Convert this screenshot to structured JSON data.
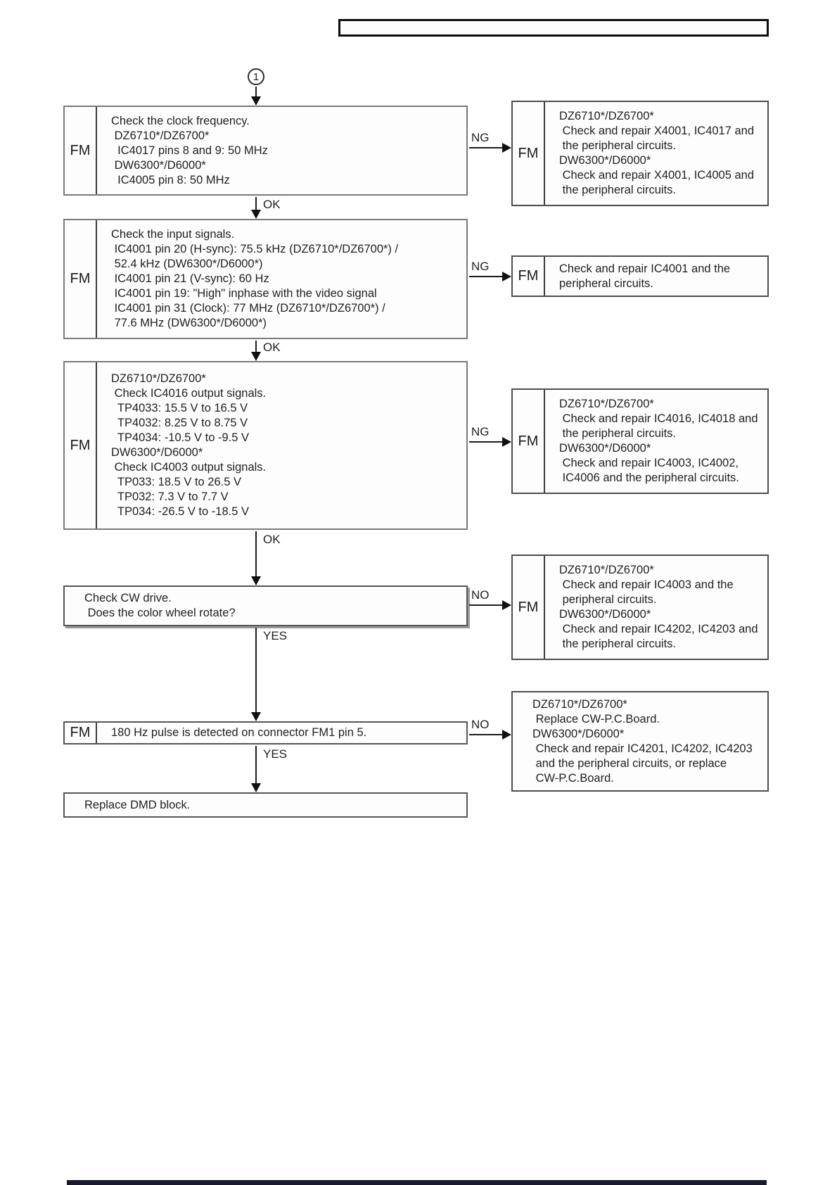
{
  "connector": {
    "label": "1"
  },
  "steps": [
    {
      "badge": "FM",
      "out_label": "OK",
      "lines": [
        "Check the clock frequency.",
        " DZ6710*/DZ6700*",
        "  IC4017 pins 8 and 9: 50 MHz",
        " DW6300*/D6000*",
        "  IC4005 pin 8: 50 MHz"
      ]
    },
    {
      "badge": "FM",
      "out_label": "OK",
      "lines": [
        "Check the input signals.",
        " IC4001 pin 20 (H-sync): 75.5 kHz (DZ6710*/DZ6700*) /",
        " 52.4 kHz (DW6300*/D6000*)",
        " IC4001 pin 21 (V-sync): 60 Hz",
        " IC4001 pin 19: \"High\" inphase with the video signal",
        " IC4001 pin 31 (Clock): 77 MHz (DZ6710*/DZ6700*) /",
        " 77.6 MHz (DW6300*/D6000*)"
      ]
    },
    {
      "badge": "FM",
      "out_label": "OK",
      "lines": [
        "DZ6710*/DZ6700*",
        " Check IC4016 output signals.",
        "  TP4033: 15.5 V to 16.5 V",
        "  TP4032: 8.25 V to 8.75 V",
        "  TP4034: -10.5 V to -9.5 V",
        "DW6300*/D6000*",
        " Check IC4003 output signals.",
        "  TP033: 18.5 V to 26.5 V",
        "  TP032: 7.3 V to 7.7 V",
        "  TP034: -26.5 V to -18.5 V"
      ]
    },
    {
      "out_label": "YES",
      "lines": [
        "Check CW drive.",
        " Does the color wheel rotate?"
      ]
    },
    {
      "badge": "FM",
      "out_label": "YES",
      "lines": [
        "180 Hz pulse is detected on connector FM1 pin 5."
      ]
    },
    {
      "lines": [
        "Replace DMD block."
      ]
    }
  ],
  "branches": [
    {
      "badge": "FM",
      "edge_label": "NG",
      "lines": [
        "DZ6710*/DZ6700*",
        " Check and repair X4001, IC4017 and",
        " the peripheral circuits.",
        "DW6300*/D6000*",
        " Check and repair X4001, IC4005 and",
        " the peripheral circuits."
      ]
    },
    {
      "badge": "FM",
      "edge_label": "NG",
      "lines": [
        "Check and repair IC4001 and the",
        "peripheral circuits."
      ]
    },
    {
      "badge": "FM",
      "edge_label": "NG",
      "lines": [
        "DZ6710*/DZ6700*",
        " Check and repair IC4016, IC4018 and",
        " the peripheral circuits.",
        "DW6300*/D6000*",
        " Check and repair IC4003, IC4002,",
        " IC4006 and the peripheral circuits."
      ]
    },
    {
      "badge": "FM",
      "edge_label": "NO",
      "lines": [
        "DZ6710*/DZ6700*",
        " Check and repair IC4003 and the",
        " peripheral circuits.",
        "DW6300*/D6000*",
        " Check and repair IC4202, IC4203 and",
        " the peripheral circuits."
      ]
    },
    {
      "edge_label": "NO",
      "lines": [
        "DZ6710*/DZ6700*",
        " Replace CW-P.C.Board.",
        "DW6300*/D6000*",
        " Check and repair IC4201, IC4202, IC4203",
        " and the peripheral circuits, or replace",
        " CW-P.C.Board."
      ]
    }
  ]
}
